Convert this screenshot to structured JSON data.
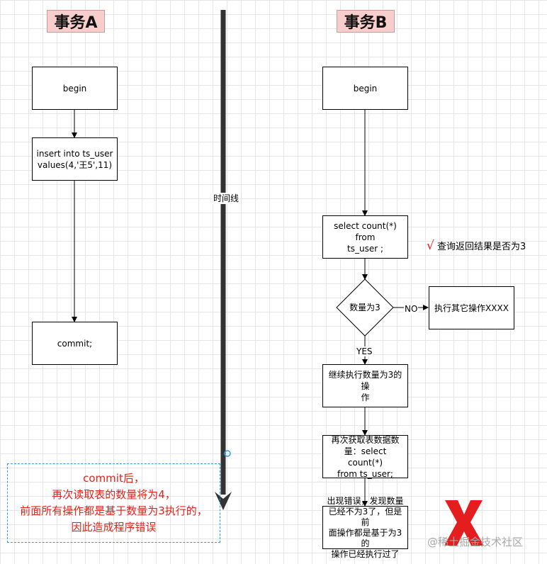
{
  "transactions": {
    "a": {
      "title": "事务A",
      "begin": "begin",
      "insert_line1": "insert into ts_user",
      "insert_line2": "values(4,'王5',11)",
      "commit": "commit;"
    },
    "b": {
      "title": "事务B",
      "begin": "begin",
      "select_line1": "select  count(*) from",
      "select_line2": "ts_user ;",
      "decision": "数量为3",
      "no_label": "NO",
      "other_op": "执行其它操作XXXX",
      "yes_label": "YES",
      "continue_line1": "继续执行数量为3的操",
      "continue_line2": "作",
      "reread_line1": "再次获取表数据数",
      "reread_line2": "量：select count(*)",
      "reread_line3": "from ts_user;",
      "error_line1": "出现错误，发现数量",
      "error_line2": "已经不为3了，但是前",
      "error_line3": "面操作都是基于为3的",
      "error_line4": "操作已经执行过了"
    }
  },
  "timeline": {
    "label": "时间线"
  },
  "check_note": {
    "mark": "√",
    "text": "查询返回结果是否为3"
  },
  "note": {
    "line1": "commit后，",
    "line2": "再次读取表的数量将为4，",
    "line3": "前面所有操作都是基于数量为3执行的，",
    "line4": "因此造成程序错误"
  },
  "watermark": {
    "text": "@稀土掘金技术社区"
  },
  "colors": {
    "title_bg": "#f8cecc",
    "timeline": "#333333",
    "error_x": "#e41e1e",
    "note_text": "#e2231a",
    "note_border": "#3a9bd9"
  }
}
